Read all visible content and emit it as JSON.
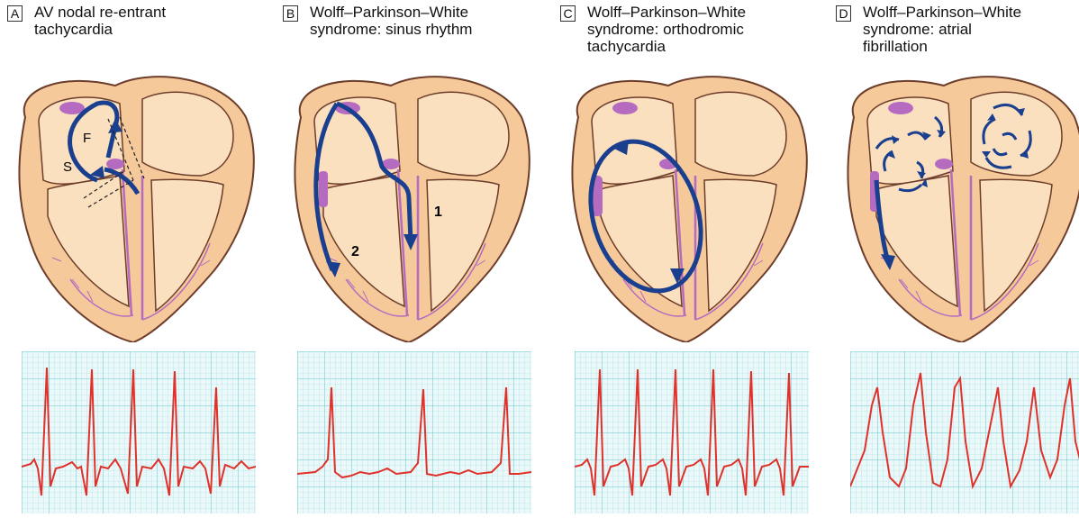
{
  "panels": [
    {
      "letter": "A",
      "title_lines": [
        "AV nodal re-entrant",
        "tachycardia"
      ],
      "labels": {
        "fast": "F",
        "slow": "S"
      }
    },
    {
      "letter": "B",
      "title_lines": [
        "Wolff–Parkinson–White",
        "syndrome: sinus rhythm"
      ],
      "labels": {
        "path1": "1",
        "path2": "2"
      }
    },
    {
      "letter": "C",
      "title_lines": [
        "Wolff–Parkinson–White",
        "syndrome: orthodromic",
        "tachycardia"
      ]
    },
    {
      "letter": "D",
      "title_lines": [
        "Wolff–Parkinson–White",
        "syndrome: atrial",
        "fibrillation"
      ]
    }
  ],
  "colors": {
    "heart_fill": "#f6c99b",
    "heart_inner": "#fbe0bf",
    "heart_outline": "#6b3d2a",
    "conduction": "#b56bc0",
    "arrow": "#1b3f8f",
    "grid": "#7fd3d8",
    "grid_bg": "#eaf8fa",
    "ecg_trace": "#e0322b"
  }
}
